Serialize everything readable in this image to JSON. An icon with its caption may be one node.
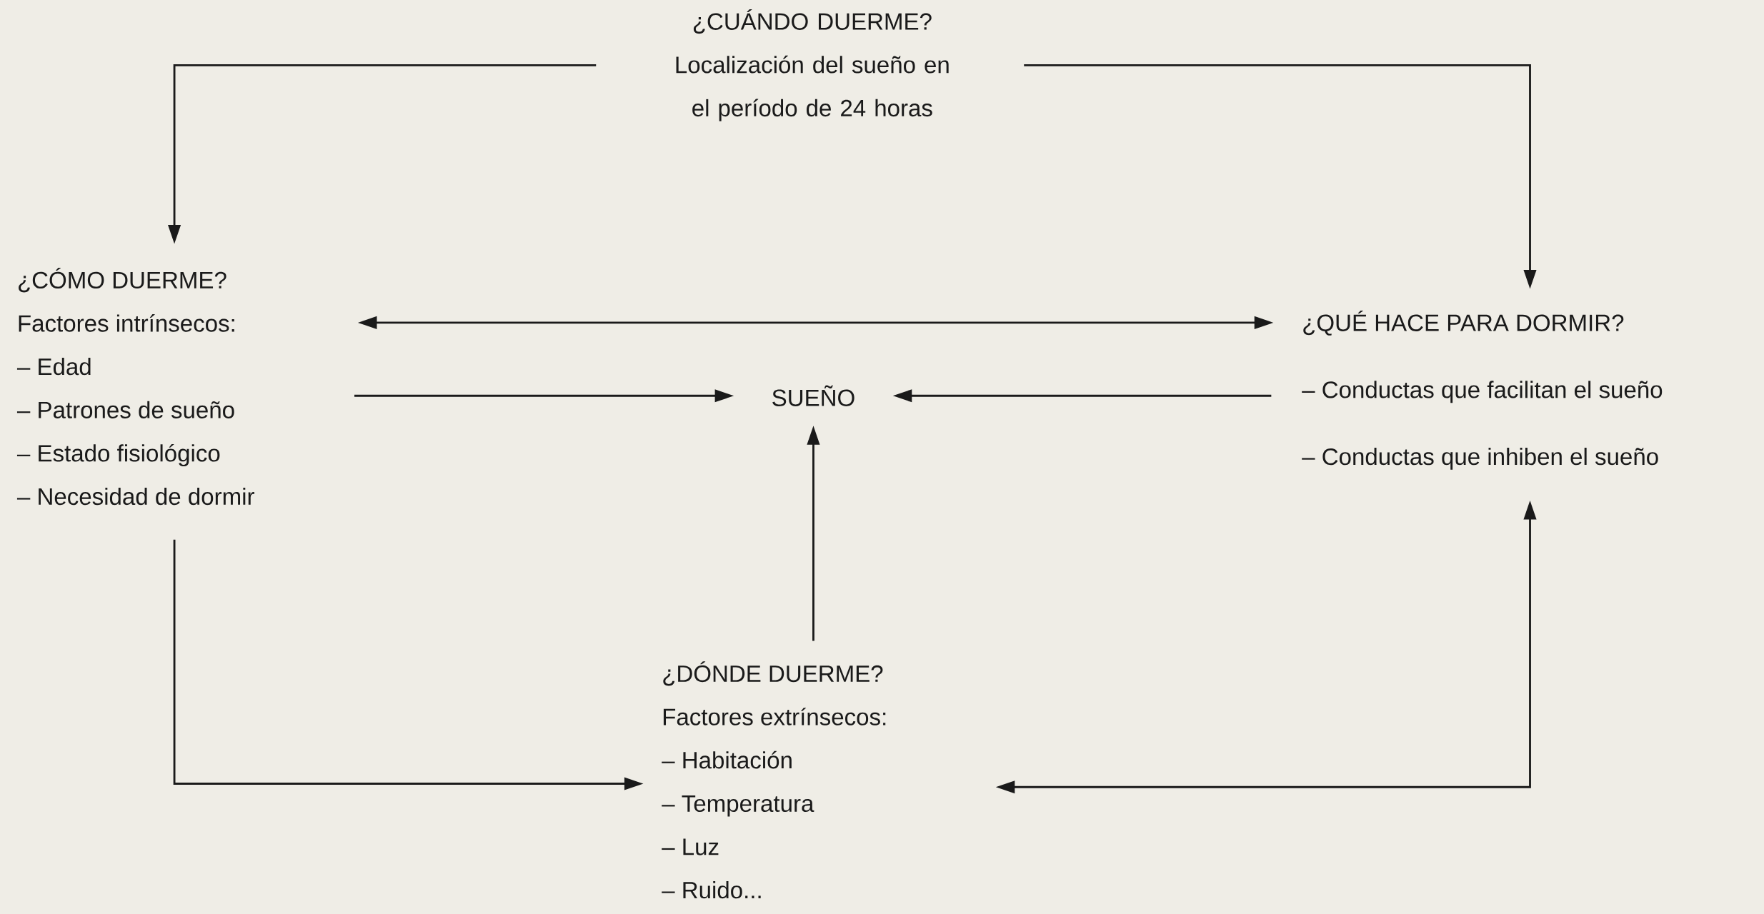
{
  "diagram": {
    "nodes": [
      {
        "text": [
          "¿CUÁNDO DUERME?",
          "Localización del sueño en el período de 24 horas"
        ]
      },
      {
        "text": [
          "¿CÓMO DUERME?",
          "Factores intrínsecos:",
          "– Edad",
          "– Patrones de sueño",
          "– Estado fisiológico",
          "– Necesidad de dormir"
        ]
      },
      {
        "text": [
          "SUEÑO"
        ]
      },
      {
        "text": [
          "¿QUÉ HACE PARA DORMIR?",
          "– Conductas que facilitan el sueño",
          "– Conductas que inhiben el sueño"
        ]
      },
      {
        "text": [
          "¿DÓNDE DUERME?",
          "Factores extrínsecos:",
          "– Habitación",
          "– Temperatura",
          "– Luz",
          "– Ruido..."
        ]
      }
    ],
    "edges": [
      {
        "from": 0,
        "to": 1,
        "arrow": "to"
      },
      {
        "from": 0,
        "to": 3,
        "arrow": "to"
      },
      {
        "from": 1,
        "to": 3,
        "arrow": "both"
      },
      {
        "from": 1,
        "to": 2,
        "arrow": "to"
      },
      {
        "from": 3,
        "to": 2,
        "arrow": "to"
      },
      {
        "from": 4,
        "to": 2,
        "arrow": "to"
      },
      {
        "from": 1,
        "to": 4,
        "arrow": "to"
      },
      {
        "from": 4,
        "to": 3,
        "arrow": "both"
      }
    ]
  }
}
